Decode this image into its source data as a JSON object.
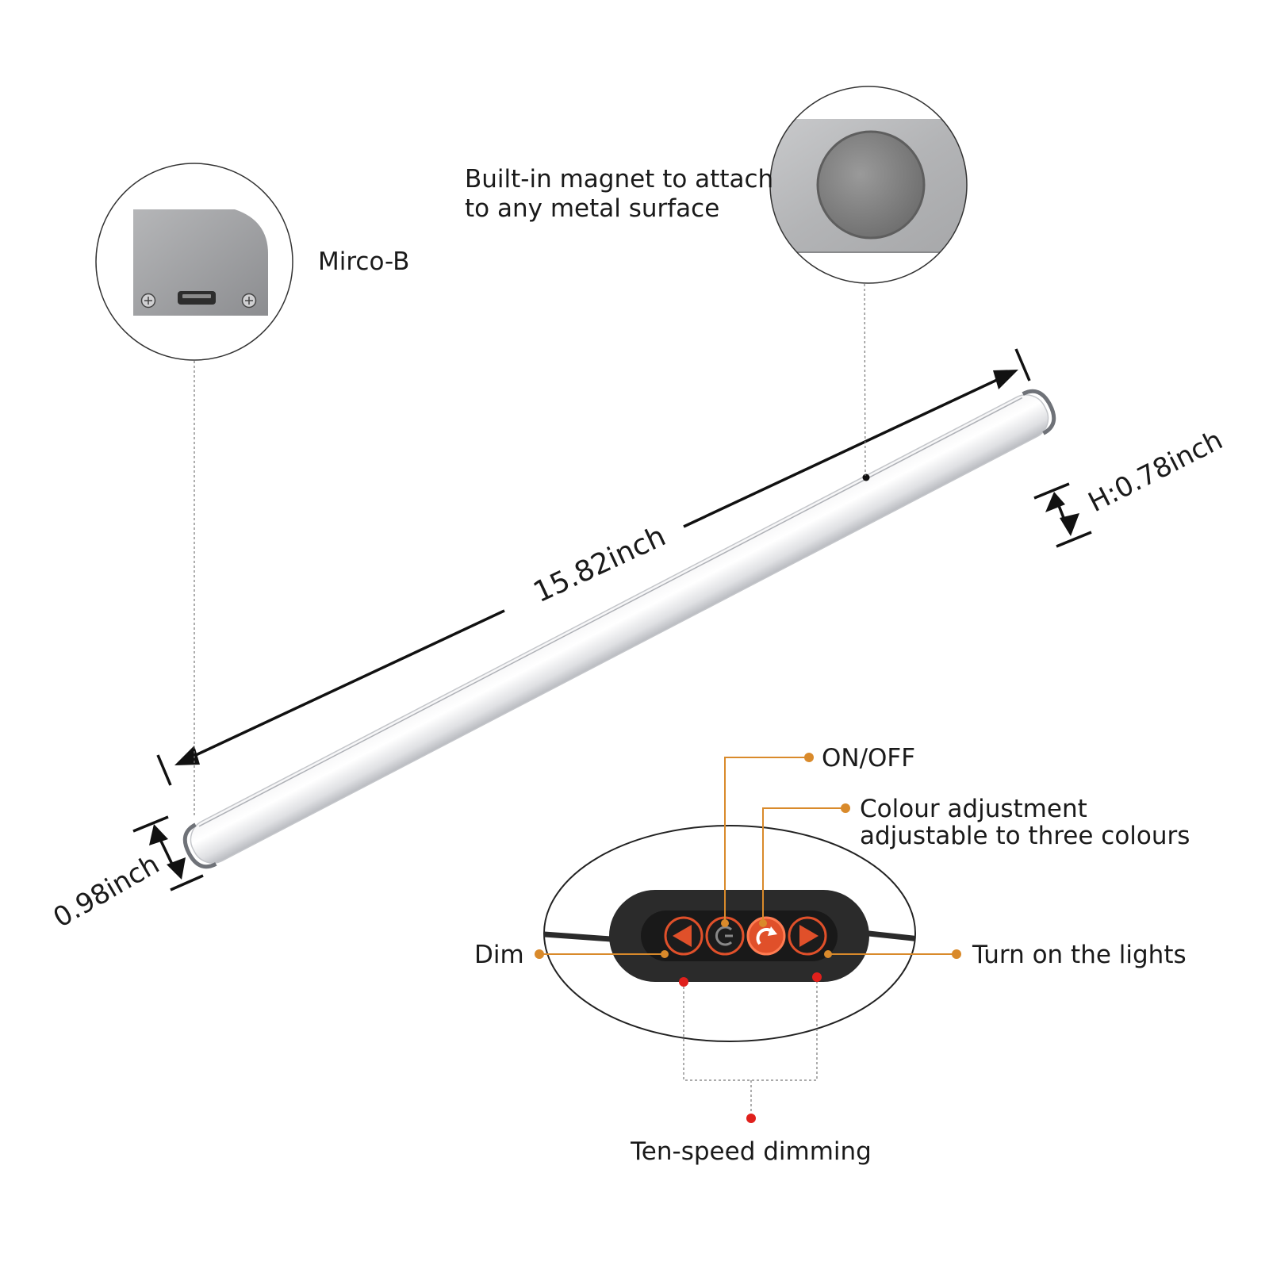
{
  "labels": {
    "micro_b": "Mirco-B",
    "magnet_line1": "Built-in magnet to attach",
    "magnet_line2": "to any metal surface",
    "length": "15.82inch",
    "height": "H:0.78inch",
    "width": "0.98inch",
    "on_off": "ON/OFF",
    "colour_line1": "Colour adjustment",
    "colour_line2": "adjustable to three colours",
    "dim": "Dim",
    "turn_on": "Turn on the lights",
    "ten_speed": "Ten-speed dimming"
  },
  "colors": {
    "callout_orange": "#d98a2b",
    "dimming_red": "#e0201c",
    "button_red": "#e0502a",
    "controller_body": "#2b2b2b",
    "bar_silver": "#e6e7ea"
  },
  "icons": {
    "dim": "left-arrow-icon",
    "power": "power-icon",
    "colour": "colour-cycle-icon",
    "brighten": "right-arrow-icon"
  }
}
